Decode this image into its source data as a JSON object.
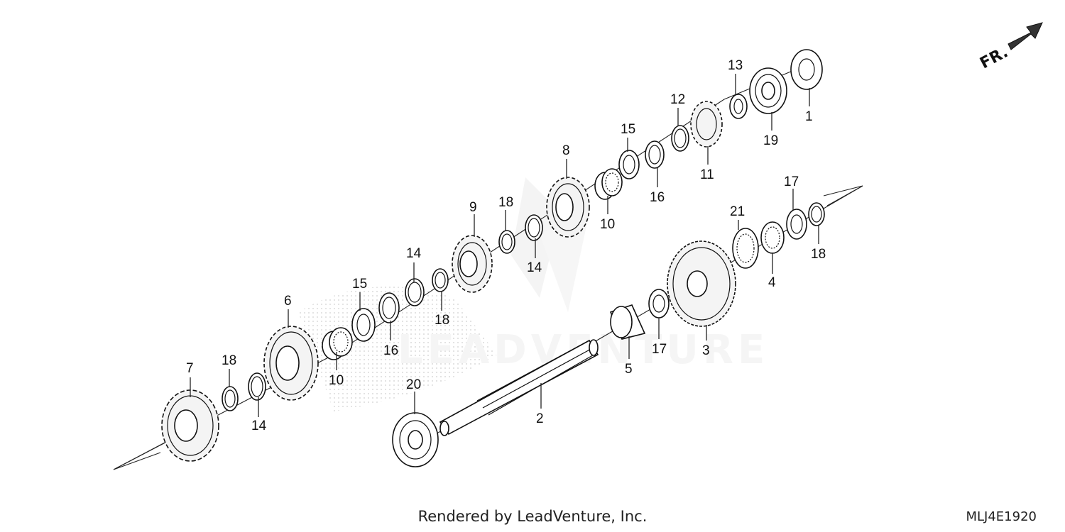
{
  "diagram": {
    "front_label": "FR.",
    "footer_credit": "Rendered by LeadVenture, Inc.",
    "diagram_code": "MLJ4E1920",
    "callouts": {
      "c1": "1",
      "c2": "2",
      "c3": "3",
      "c4": "4",
      "c5": "5",
      "c6": "6",
      "c7": "7",
      "c8": "8",
      "c9": "9",
      "c10a": "10",
      "c10b": "10",
      "c11": "11",
      "c12": "12",
      "c13": "13",
      "c14a": "14",
      "c14b": "14",
      "c14c": "14",
      "c15a": "15",
      "c15b": "15",
      "c16a": "16",
      "c16b": "16",
      "c17a": "17",
      "c17b": "17",
      "c18a": "18",
      "c18b": "18",
      "c18c": "18",
      "c18d": "18",
      "c19": "19",
      "c20": "20",
      "c21": "21"
    }
  }
}
